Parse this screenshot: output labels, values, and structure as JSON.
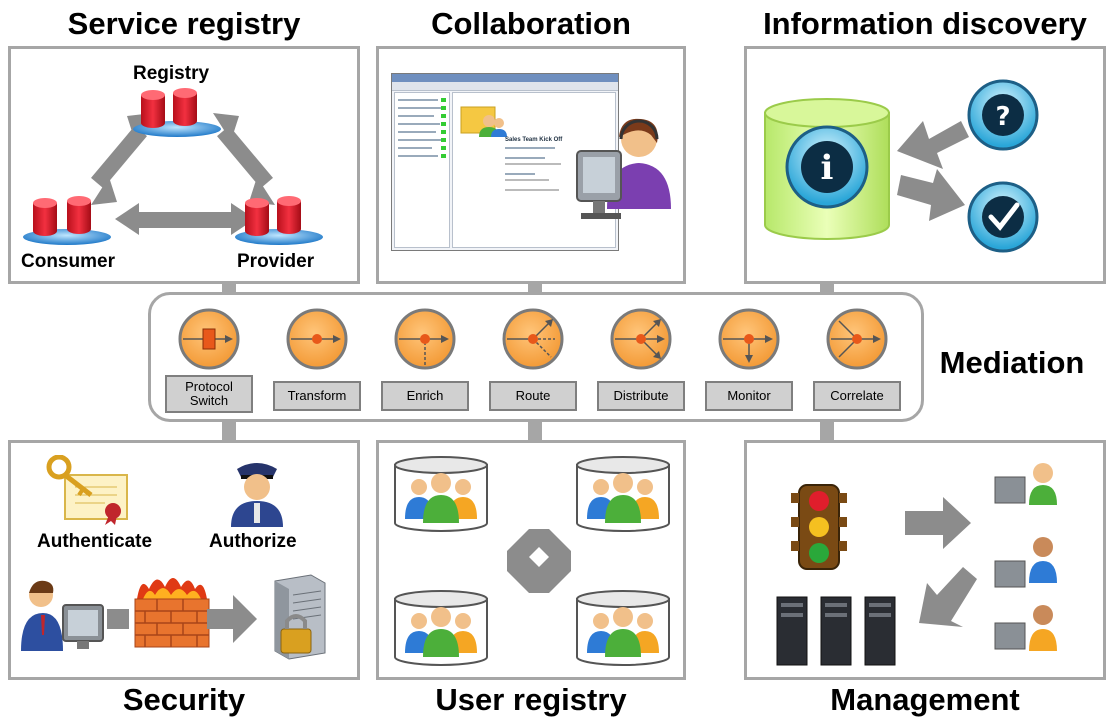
{
  "titles": {
    "service_registry": "Service registry",
    "collaboration": "Collaboration",
    "information_discovery": "Information discovery",
    "mediation": "Mediation",
    "security": "Security",
    "user_registry": "User registry",
    "management": "Management"
  },
  "service_registry": {
    "registry_label": "Registry",
    "consumer_label": "Consumer",
    "provider_label": "Provider"
  },
  "collaboration": {
    "meeting_title": "Sales Team Kick Off"
  },
  "security": {
    "authenticate_label": "Authenticate",
    "authorize_label": "Authorize"
  },
  "mediation": {
    "items": [
      {
        "label": "Protocol Switch",
        "icon": "protocol-switch-icon"
      },
      {
        "label": "Transform",
        "icon": "transform-icon"
      },
      {
        "label": "Enrich",
        "icon": "enrich-icon"
      },
      {
        "label": "Route",
        "icon": "route-icon"
      },
      {
        "label": "Distribute",
        "icon": "distribute-icon"
      },
      {
        "label": "Monitor",
        "icon": "monitor-icon"
      },
      {
        "label": "Correlate",
        "icon": "correlate-icon"
      }
    ]
  },
  "colors": {
    "panel_border": "#a6a6a6",
    "mediation_orange": "#f7a84a",
    "mediation_dot": "#e8581a",
    "db_red": "#e01e2c",
    "arrow_gray": "#8c8c8c"
  }
}
